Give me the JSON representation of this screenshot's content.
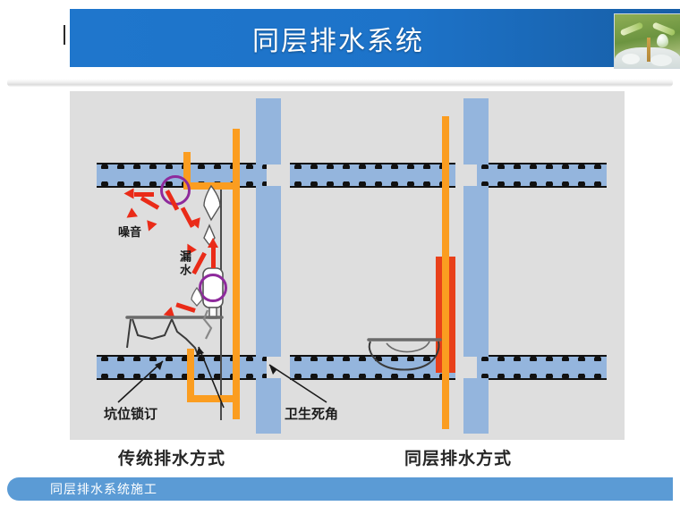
{
  "slide": {
    "title": "同层排水系统",
    "footer_label": "同层排水系统施工",
    "header_photo_alt": "seedling-with-waterdrops-photo"
  },
  "diagram": {
    "left_caption": "传统排水方式",
    "right_caption": "同层排水方式",
    "labels": {
      "noise": "噪音",
      "leak": "漏水",
      "pit_lock": "坑位锁订",
      "dead_corner": "卫生死角"
    }
  },
  "colors": {
    "header_blue": "#1f76cc",
    "footer_blue": "#5b9bd5",
    "panel_gray": "#dedede",
    "slab_blue": "#94b5dd",
    "pipe_orange": "#fb9d20",
    "pipe_red": "#e8401a",
    "arrow_red": "#ea2b18",
    "ring_purple": "#8e2a9c"
  }
}
